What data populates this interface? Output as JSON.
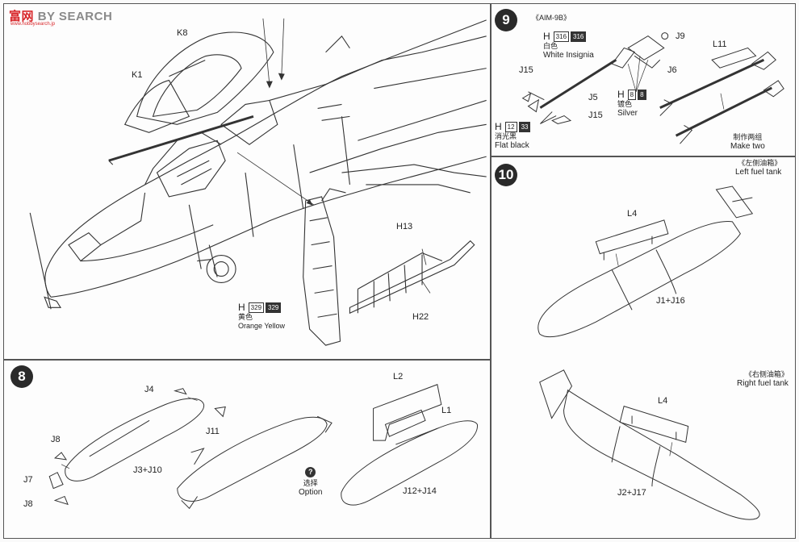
{
  "watermark": {
    "brand_cn": "富",
    "brand_cn2": "网",
    "brand_en": "BY SEARCH",
    "url": "www.hobbysearch.jp"
  },
  "main": {
    "labels": {
      "k8": "K8",
      "k1": "K1",
      "h13": "H13",
      "h22": "H22"
    },
    "paint": {
      "h": "H",
      "code_white": "329",
      "code_black": "329",
      "cn": "黄色",
      "en": "Orange Yellow"
    }
  },
  "step9": {
    "number": "9",
    "title": "《AIM-9B》",
    "labels": {
      "j9": "J9",
      "j6": "J6",
      "j15a": "J15",
      "j5": "J5",
      "j15b": "J15",
      "l11": "L11"
    },
    "paint_white": {
      "h": "H",
      "code_white": "316",
      "code_black": "316",
      "cn": "白色",
      "en": "White Insignia"
    },
    "paint_silver": {
      "h": "H",
      "code_white": "8",
      "code_black": "8",
      "cn": "镀色",
      "en": "Silver"
    },
    "paint_black": {
      "h": "H",
      "code_white": "12",
      "code_black": "33",
      "cn": "消光黑",
      "en": "Flat black"
    },
    "make_two": {
      "cn": "制作两组",
      "en": "Make two"
    }
  },
  "step10": {
    "number": "10",
    "left_tank": {
      "cn": "《左侧油箱》",
      "en": "Left fuel tank",
      "l4": "L4",
      "parts": "J1+J16"
    },
    "right_tank": {
      "cn": "《右侧油箱》",
      "en": "Right fuel tank",
      "l4": "L4",
      "parts": "J2+J17"
    }
  },
  "step8": {
    "number": "8",
    "labels": {
      "j4": "J4",
      "j11": "J11",
      "j8a": "J8",
      "j7": "J7",
      "j8b": "J8",
      "j3j10": "J3+J10",
      "l2": "L2",
      "l1": "L1",
      "j12j14": "J12+J14"
    },
    "option": {
      "icon": "?",
      "cn": "选择",
      "en": "Option"
    }
  }
}
